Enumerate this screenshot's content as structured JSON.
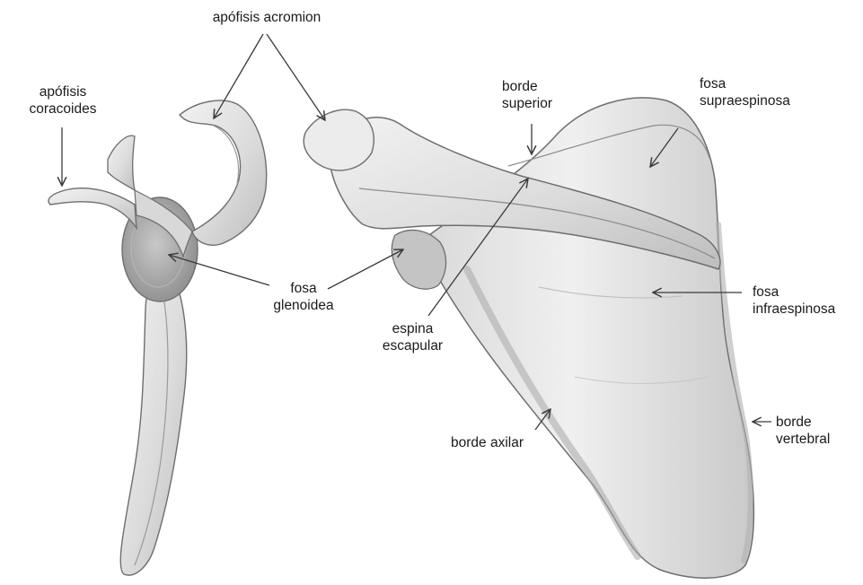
{
  "labels": {
    "acromion": "apófisis acromion",
    "coracoides_1": "apófisis",
    "coracoides_2": "coracoides",
    "glenoidea_1": "fosa",
    "glenoidea_2": "glenoidea",
    "espina_1": "espina",
    "espina_2": "escapular",
    "borde_superior_1": "borde",
    "borde_superior_2": "superior",
    "supraespinosa_1": "fosa",
    "supraespinosa_2": "supraespinosa",
    "infraespinosa_1": "fosa",
    "infraespinosa_2": "infraespinosa",
    "borde_axilar": "borde axilar",
    "borde_vertebral_1": "borde",
    "borde_vertebral_2": "vertebral"
  },
  "colors": {
    "bone_light": "#ececec",
    "bone_mid": "#d2d2d2",
    "bone_shadow": "#9a9a9a",
    "bone_outline": "#6e6e6e",
    "leader": "#3a3a3a",
    "text": "#1a1a1a"
  }
}
